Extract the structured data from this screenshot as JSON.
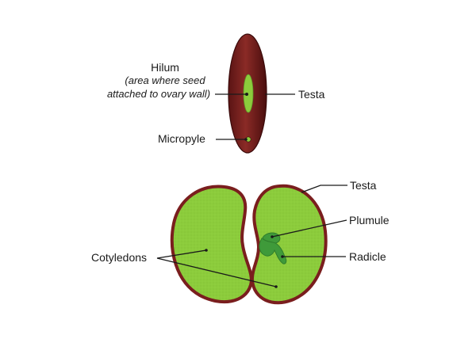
{
  "labels": {
    "hilum": "Hilum",
    "hilum_note_line1": "(area where seed",
    "hilum_note_line2": "attached to ovary wall)",
    "testa_top": "Testa",
    "micropyle": "Micropyle",
    "testa_bottom": "Testa",
    "plumule": "Plumule",
    "radicle": "Radicle",
    "cotyledons": "Cotyledons"
  },
  "colors": {
    "seed_coat": "#7a1e1e",
    "seed_coat_dark": "#4e0f10",
    "cotyledon_fill": "#8ccc3c",
    "cotyledon_edge": "#7a1e1e",
    "hilum_fill": "#8ccc3c",
    "embryo_fill": "#3f9a3a",
    "embryo_dark": "#2f7d2c",
    "text": "#1a1a1a"
  }
}
